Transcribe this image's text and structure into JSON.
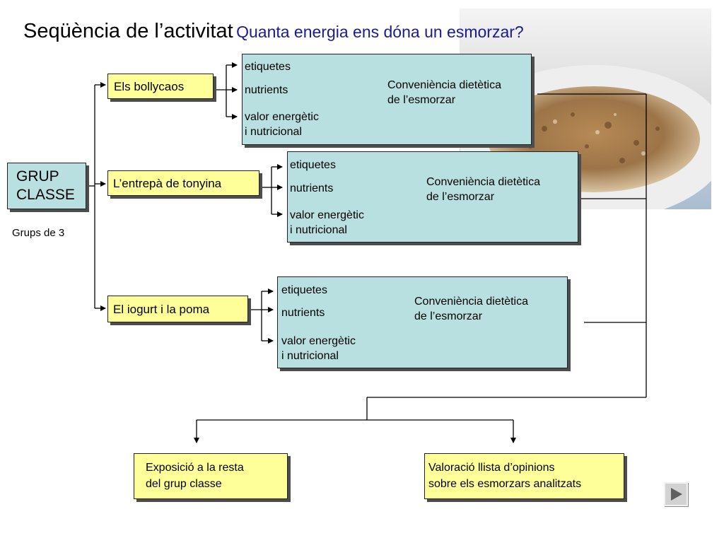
{
  "title": {
    "main": "Seqüència de l’activitat",
    "sub": "Quanta energia ens dóna un esmorzar?"
  },
  "root": {
    "label": "GRUP\nCLASSE",
    "note": "Grups de 3"
  },
  "branches": [
    {
      "label": "Els bollycaos",
      "items": [
        "etiquetes",
        "nutrients",
        "valor energètic\ni nutricional"
      ],
      "conclusion": "Conveniència dietètica\nde l’esmorzar"
    },
    {
      "label": "L’entrepà de tonyina",
      "items": [
        "etiquetes",
        "nutrients",
        "valor energètic\ni nutricional"
      ],
      "conclusion": "Conveniència dietètica\nde l’esmorzar"
    },
    {
      "label": "El iogurt i la poma",
      "items": [
        "etiquetes",
        "nutrients",
        "valor energètic\ni nutricional"
      ],
      "conclusion": "Conveniència dietètica\nde l’esmorzar"
    }
  ],
  "outcomes": [
    {
      "text": "Exposició a la resta\ndel grup classe"
    },
    {
      "text": "Valoració llista d’opinions\nsobre els esmorzars analitzats"
    }
  ],
  "nav": {
    "icon": "play-next-icon"
  },
  "colors": {
    "yellow_box": "#ffff99",
    "teal_box": "#b9e0e0",
    "subtitle": "#1a1a99"
  }
}
